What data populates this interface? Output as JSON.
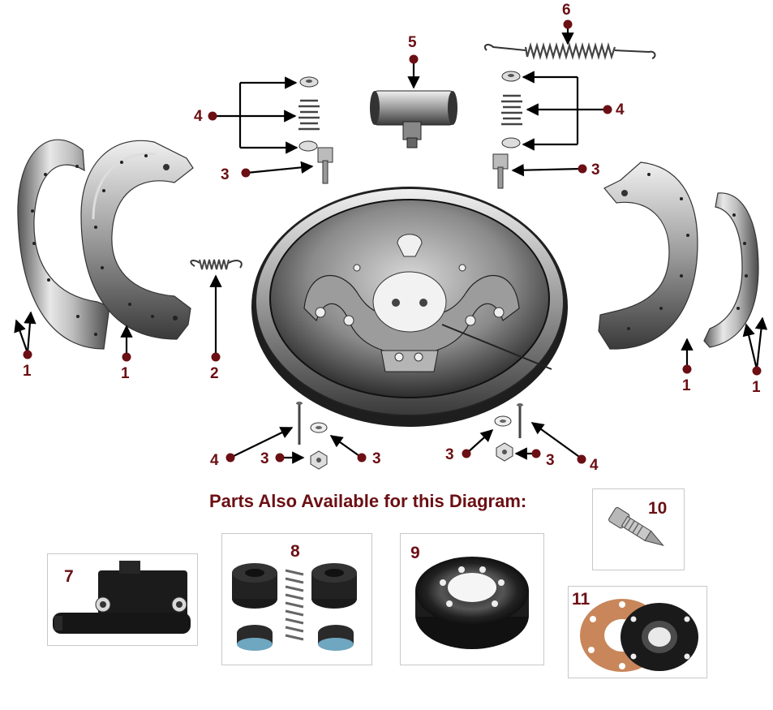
{
  "diagram": {
    "accent_color": "#6b0f14",
    "callouts": {
      "c1a": "1",
      "c1b": "1",
      "c1c": "1",
      "c1d": "1",
      "c2": "2",
      "c3a": "3",
      "c3b": "3",
      "c3c": "3",
      "c3d": "3",
      "c3e": "3",
      "c3f": "3",
      "c4a": "4",
      "c4b": "4",
      "c4c": "4",
      "c4d": "4",
      "c5": "5",
      "c6": "6"
    }
  },
  "extras": {
    "heading": "Parts Also Available for this Diagram:",
    "items": {
      "p7": "7",
      "p8": "8",
      "p9": "9",
      "p10": "10",
      "p11": "11"
    }
  }
}
